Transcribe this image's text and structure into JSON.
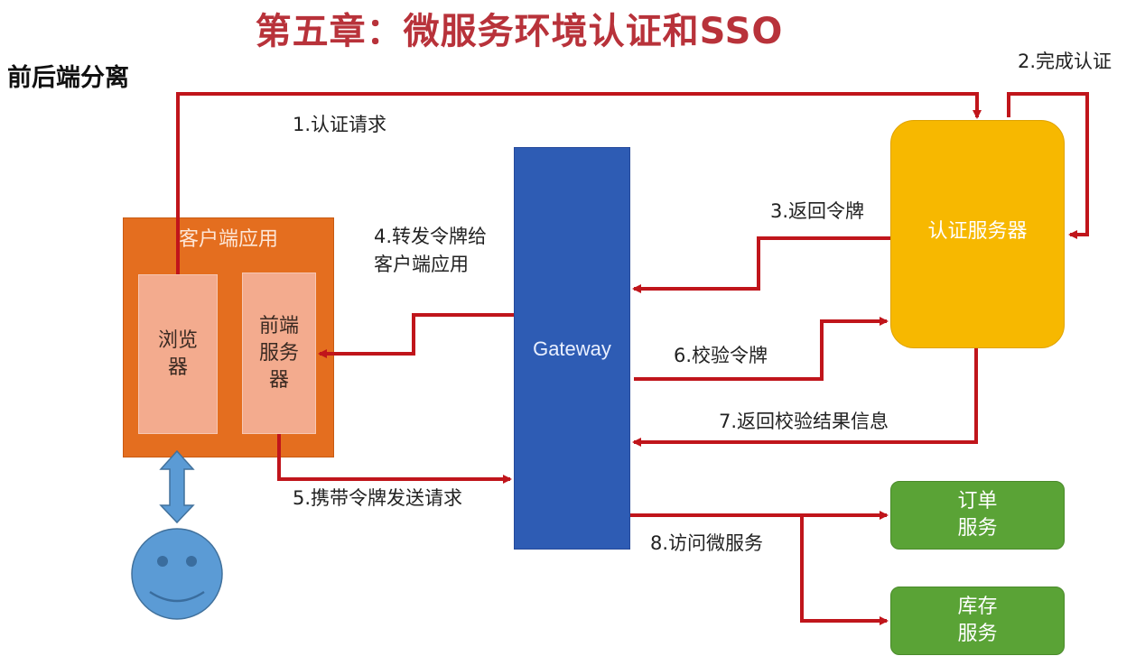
{
  "title": "第五章：微服务环境认证和SSO",
  "subtitle": "前后端分离",
  "nodes": {
    "client_app": "客户端应用",
    "browser": "浏览器",
    "frontend_server": "前端服务器",
    "gateway": "Gateway",
    "auth_server": "认证服务器",
    "order_service": "订单服务",
    "inventory_service": "库存服务"
  },
  "steps": {
    "s1": "1.认证请求",
    "s2": "2.完成认证",
    "s3": "3.返回令牌",
    "s4_line1": "4.转发令牌给",
    "s4_line2": "客户端应用",
    "s5": "5.携带令牌发送请求",
    "s6": "6.校验令牌",
    "s7": "7.返回校验结果信息",
    "s8": "8.访问微服务"
  },
  "colors": {
    "arrow": "#c0151b",
    "title": "#b8323a",
    "client_app": "#e46e1f",
    "client_inner": "#f3ab8e",
    "gateway": "#2e5cb4",
    "auth_server": "#f7b800",
    "service": "#5aa336",
    "user": "#5b9bd5"
  },
  "icons": {
    "user": "smiley-face-icon",
    "interaction": "double-headed-arrow-icon"
  }
}
